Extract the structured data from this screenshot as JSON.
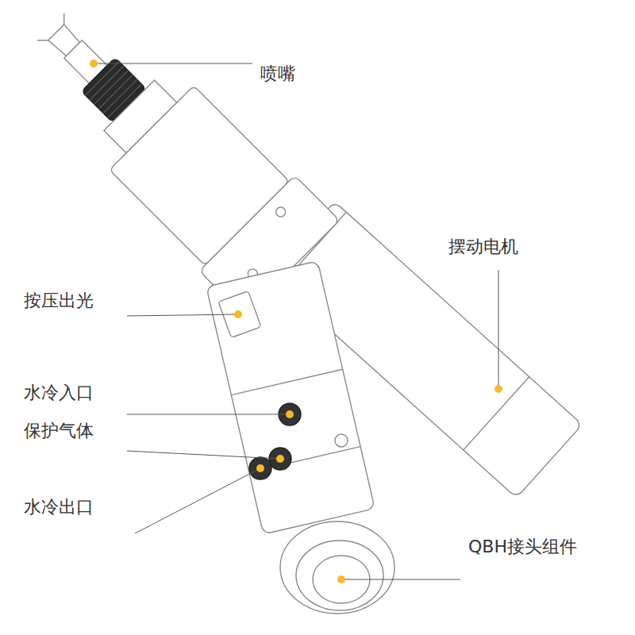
{
  "diagram": {
    "labels": [
      "喷嘴",
      "摆动电机",
      "按压出光",
      "水冷入口",
      "保护气体",
      "水冷出口",
      "QBH接头组件"
    ]
  }
}
